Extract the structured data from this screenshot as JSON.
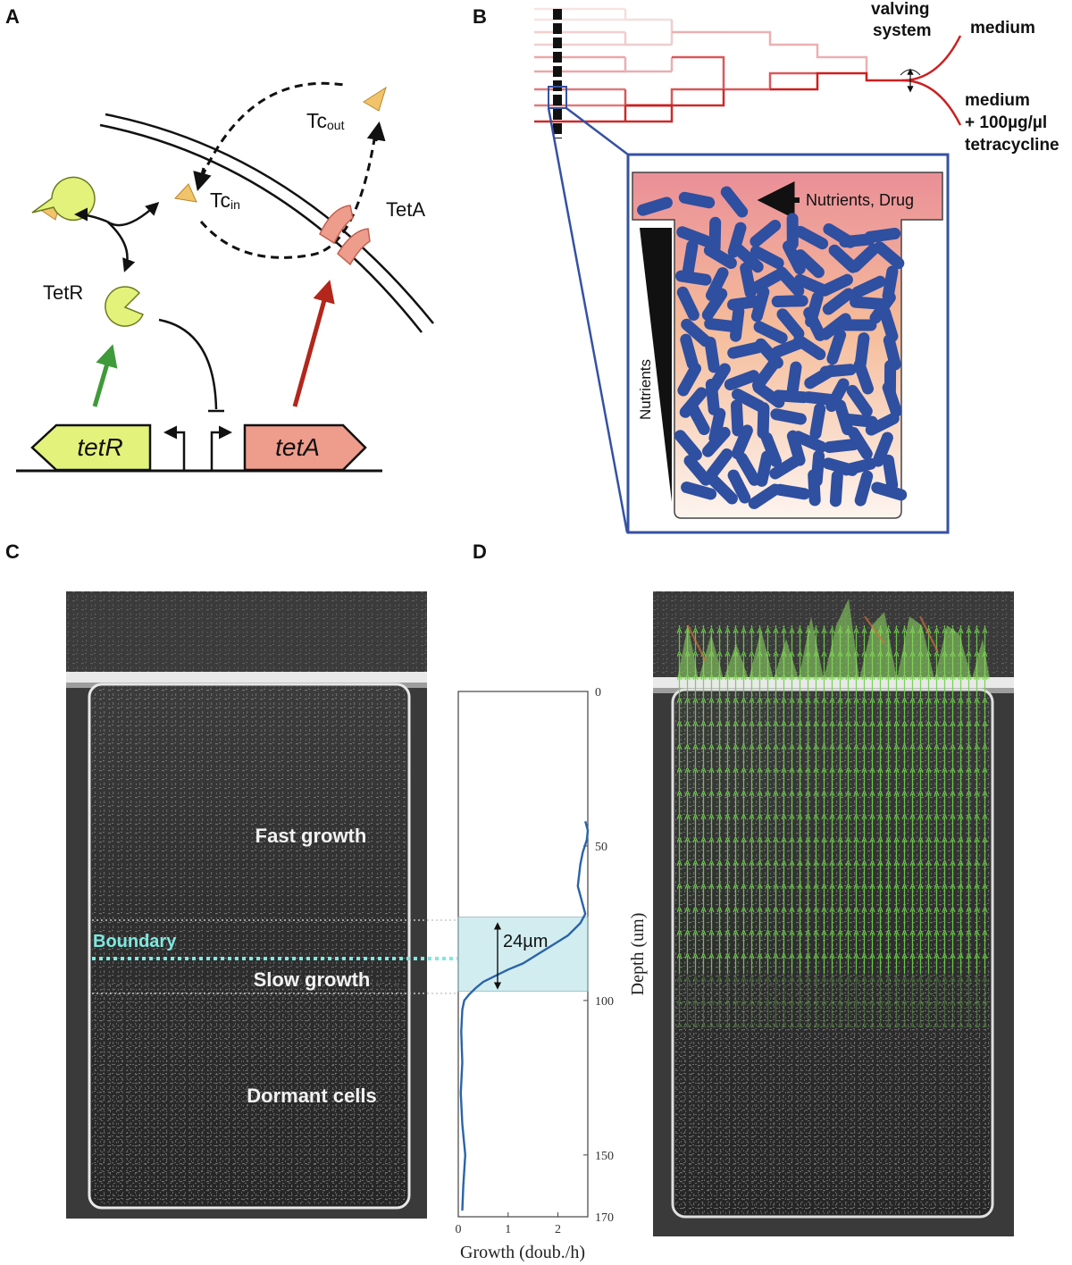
{
  "panels": {
    "a": "A",
    "b": "B",
    "c": "C",
    "d": "D"
  },
  "panel_a": {
    "tc_out": "Tc",
    "tc_out_sub": "out",
    "tc_in": "Tc",
    "tc_in_sub": "in",
    "tetA_protein": "TetA",
    "tetR_protein": "TetR",
    "gene_tetR": "tetR",
    "gene_tetA": "tetA"
  },
  "panel_b": {
    "valving_line1": "valving",
    "valving_line2": "system",
    "medium": "medium",
    "medium_tc_line1": "medium",
    "medium_tc_line2": "+ 100µg/µl",
    "medium_tc_line3": "tetracycline",
    "nutrients_drug": "Nutrients, Drug",
    "nutrients": "Nutrients"
  },
  "panel_c": {
    "fast_growth": "Fast growth",
    "boundary": "Boundary",
    "slow_growth": "Slow growth",
    "dormant_cells": "Dormant cells",
    "boundary_width": "24µm"
  },
  "colors": {
    "boundary": "#7fe8e0",
    "curve": "#2a64a8",
    "band": "#bfe6ea",
    "cell": "#2f4fa0",
    "tetR": "#e3f27a",
    "tetA": "#ee9c8c",
    "arrow_green": "#3f9a3a",
    "arrow_red": "#b3261b",
    "channel_red": "#cc1f1f",
    "inset_border": "#3551a3"
  },
  "chart_data": {
    "type": "line",
    "orientation": "depth-vertical",
    "xlabel": "Growth (doub./h)",
    "ylabel": "Depth (um)",
    "xlim": [
      0,
      2.6
    ],
    "ylim": [
      170,
      0
    ],
    "xticks": [
      "0",
      "1",
      "2"
    ],
    "yticks": [
      "0",
      "50",
      "100",
      "150",
      "170"
    ],
    "series": [
      {
        "points": [
          [
            2.55,
            42
          ],
          [
            2.6,
            45
          ],
          [
            2.58,
            48
          ],
          [
            2.5,
            52
          ],
          [
            2.45,
            56
          ],
          [
            2.42,
            60
          ],
          [
            2.4,
            63
          ],
          [
            2.45,
            66
          ],
          [
            2.5,
            69
          ],
          [
            2.55,
            72
          ],
          [
            2.45,
            75
          ],
          [
            2.2,
            79
          ],
          [
            1.9,
            82
          ],
          [
            1.6,
            85
          ],
          [
            1.3,
            88
          ],
          [
            1.0,
            90
          ],
          [
            0.75,
            92
          ],
          [
            0.5,
            94
          ],
          [
            0.35,
            96
          ],
          [
            0.22,
            98
          ],
          [
            0.12,
            100
          ],
          [
            0.08,
            103
          ],
          [
            0.06,
            110
          ],
          [
            0.08,
            120
          ],
          [
            0.05,
            130
          ],
          [
            0.08,
            140
          ],
          [
            0.14,
            150
          ],
          [
            0.1,
            160
          ],
          [
            0.08,
            168
          ]
        ]
      }
    ],
    "highlight_band": {
      "y_from": 73,
      "y_to": 97,
      "label": "24µm"
    }
  }
}
